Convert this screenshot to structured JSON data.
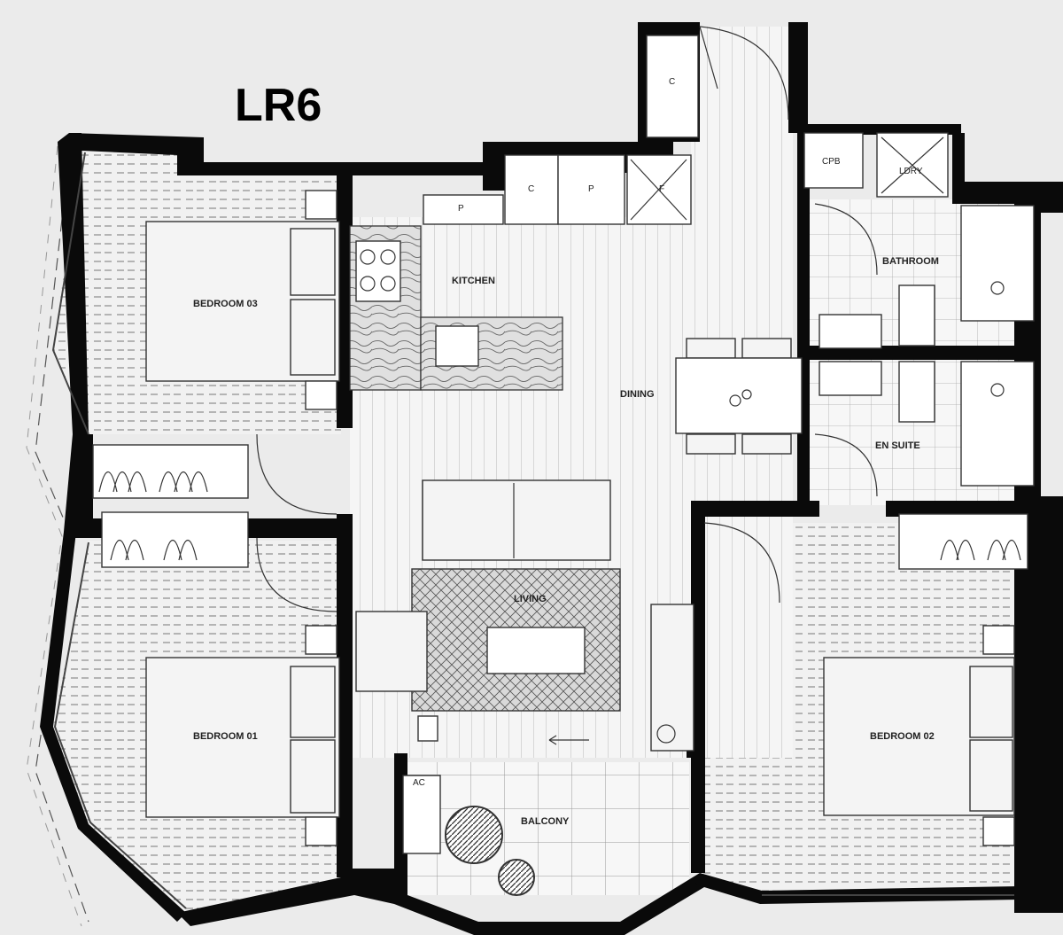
{
  "plan": {
    "unit_code": "LR6",
    "rooms": {
      "bedroom_03": "BEDROOM 03",
      "bedroom_01": "BEDROOM 01",
      "bedroom_02": "BEDROOM 02",
      "kitchen": "KITCHEN",
      "dining": "DINING",
      "living": "LIVING",
      "bathroom": "BATHROOM",
      "en_suite": "EN SUITE",
      "balcony": "BALCONY",
      "laundry": "LDRY",
      "cpb": "CPB",
      "ac": "AC"
    },
    "cupboards": {
      "c_top": "C",
      "c_mid": "C",
      "p_left": "P",
      "p_right": "P",
      "f": "F"
    }
  },
  "colors": {
    "background": "#ebebeb",
    "wall": "#0a0a0a",
    "line": "#333333"
  }
}
